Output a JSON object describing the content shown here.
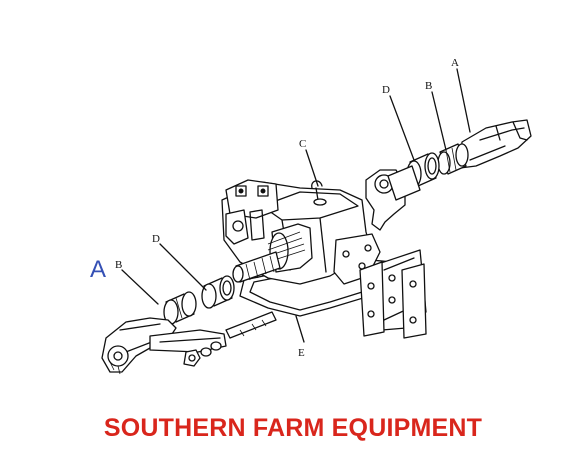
{
  "labels": {
    "highlight": "A",
    "right_arm": "A",
    "right_bushing": "B",
    "right_seal": "D",
    "dipstick": "C",
    "left_bushing": "B",
    "left_seal": "D",
    "gasket": "E"
  },
  "brand": "SOUTHERN FARM EQUIPMENT",
  "colors": {
    "brand": "#d9261c",
    "highlight": "#3550b5",
    "line": "#111111"
  }
}
